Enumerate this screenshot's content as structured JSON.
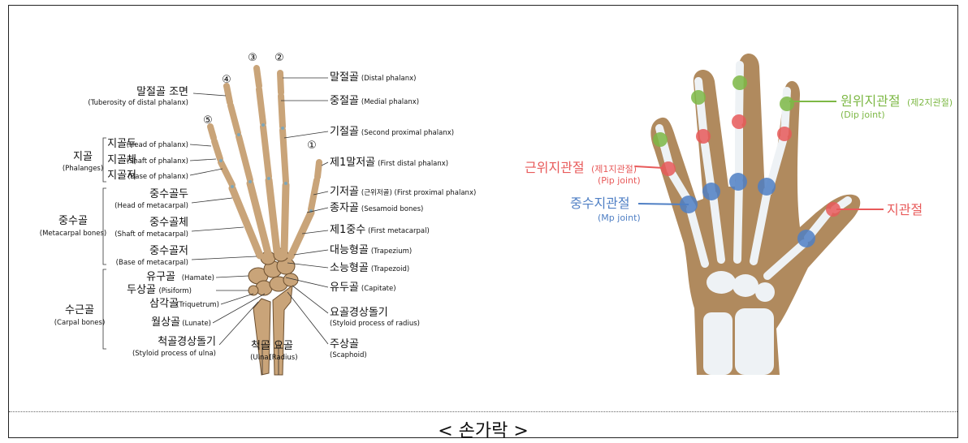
{
  "caption": "< 손가락 >",
  "colors": {
    "bone": "#c9a479",
    "skin": "#b08a5e",
    "red": "#e85a5a",
    "green": "#7db845",
    "blue": "#4f7fc4"
  },
  "left": {
    "finger_numbers": [
      "①",
      "②",
      "③",
      "④",
      "⑤"
    ],
    "groups": {
      "phalanges": {
        "ko": "지골",
        "en": "(Phalanges)"
      },
      "metacarpal": {
        "ko": "중수골",
        "en": "(Metacarpal bones)"
      },
      "carpal": {
        "ko": "수근골",
        "en": "(Carpal bones)"
      }
    },
    "left_labels": [
      {
        "ko": "말절골 조면",
        "en": "(Tuberosity of distal phalanx)"
      },
      {
        "ko": "지골두",
        "en": "(Head of phalanx)"
      },
      {
        "ko": "지골체",
        "en": "(Shaft of phalanx)"
      },
      {
        "ko": "지골저",
        "en": "(Base of phalanx)"
      },
      {
        "ko": "중수골두",
        "en": "(Head of metacarpal)"
      },
      {
        "ko": "중수골체",
        "en": "(Shaft of metacarpal)"
      },
      {
        "ko": "중수골저",
        "en": "(Base of metacarpal)"
      },
      {
        "ko": "유구골",
        "en": "(Hamate)"
      },
      {
        "ko": "두상골",
        "en": "(Pisiform)"
      },
      {
        "ko": "삼각골",
        "en": "(Triquetrum)"
      },
      {
        "ko": "월상골",
        "en": "(Lunate)"
      },
      {
        "ko": "척골경상돌기",
        "en": "(Styloid process of ulna)"
      }
    ],
    "bottom_labels": [
      {
        "ko": "척골",
        "en": "(Ulna)"
      },
      {
        "ko": "요골",
        "en": "(Radius)"
      }
    ],
    "right_labels": [
      {
        "ko": "말절골",
        "en": "(Distal phalanx)"
      },
      {
        "ko": "중절골",
        "en": "(Medial phalanx)"
      },
      {
        "ko": "기절골",
        "en": "(Second proximal phalanx)"
      },
      {
        "ko": "제1말저골",
        "en": "(First distal phalanx)"
      },
      {
        "ko": "기저골",
        "en": "(근위저골) (First proximal phalanx)"
      },
      {
        "ko": "종자골",
        "en": "(Sesamoid bones)"
      },
      {
        "ko": "제1중수",
        "en": "(First metacarpal)"
      },
      {
        "ko": "대능형골",
        "en": "(Trapezium)"
      },
      {
        "ko": "소능형골",
        "en": "(Trapezoid)"
      },
      {
        "ko": "유두골",
        "en": "(Capitate)"
      },
      {
        "ko": "요골경상돌기",
        "en": "(Styloid process of radius)"
      },
      {
        "ko": "주상골",
        "en": "(Scaphoid)"
      }
    ]
  },
  "right": {
    "dip": {
      "ko": "원위지관절",
      "ko_sub": "(제2지관절)",
      "en": "(Dip joint)"
    },
    "pip": {
      "ko": "근위지관절",
      "ko_sub": "(제1지관절)",
      "en": "(Pip joint)"
    },
    "mp": {
      "ko": "중수지관절",
      "en": "(Mp joint)"
    },
    "ip": {
      "ko": "지관절"
    }
  }
}
